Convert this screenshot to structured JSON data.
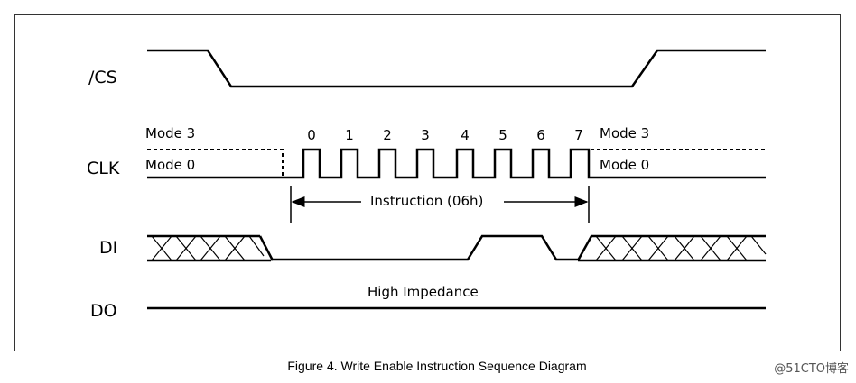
{
  "signals": {
    "cs": "/CS",
    "clk": "CLK",
    "di": "DI",
    "do": "DO"
  },
  "clock": {
    "mode3_left": "Mode 3",
    "mode0_left": "Mode 0",
    "mode3_right": "Mode 3",
    "mode0_right": "Mode 0",
    "bit_numbers": [
      "0",
      "1",
      "2",
      "3",
      "4",
      "5",
      "6",
      "7"
    ]
  },
  "annotations": {
    "instruction": "Instruction (06h)",
    "high_impedance": "High Impedance"
  },
  "caption": "Figure 4. Write Enable Instruction Sequence Diagram",
  "watermark": "@51CTO博客"
}
